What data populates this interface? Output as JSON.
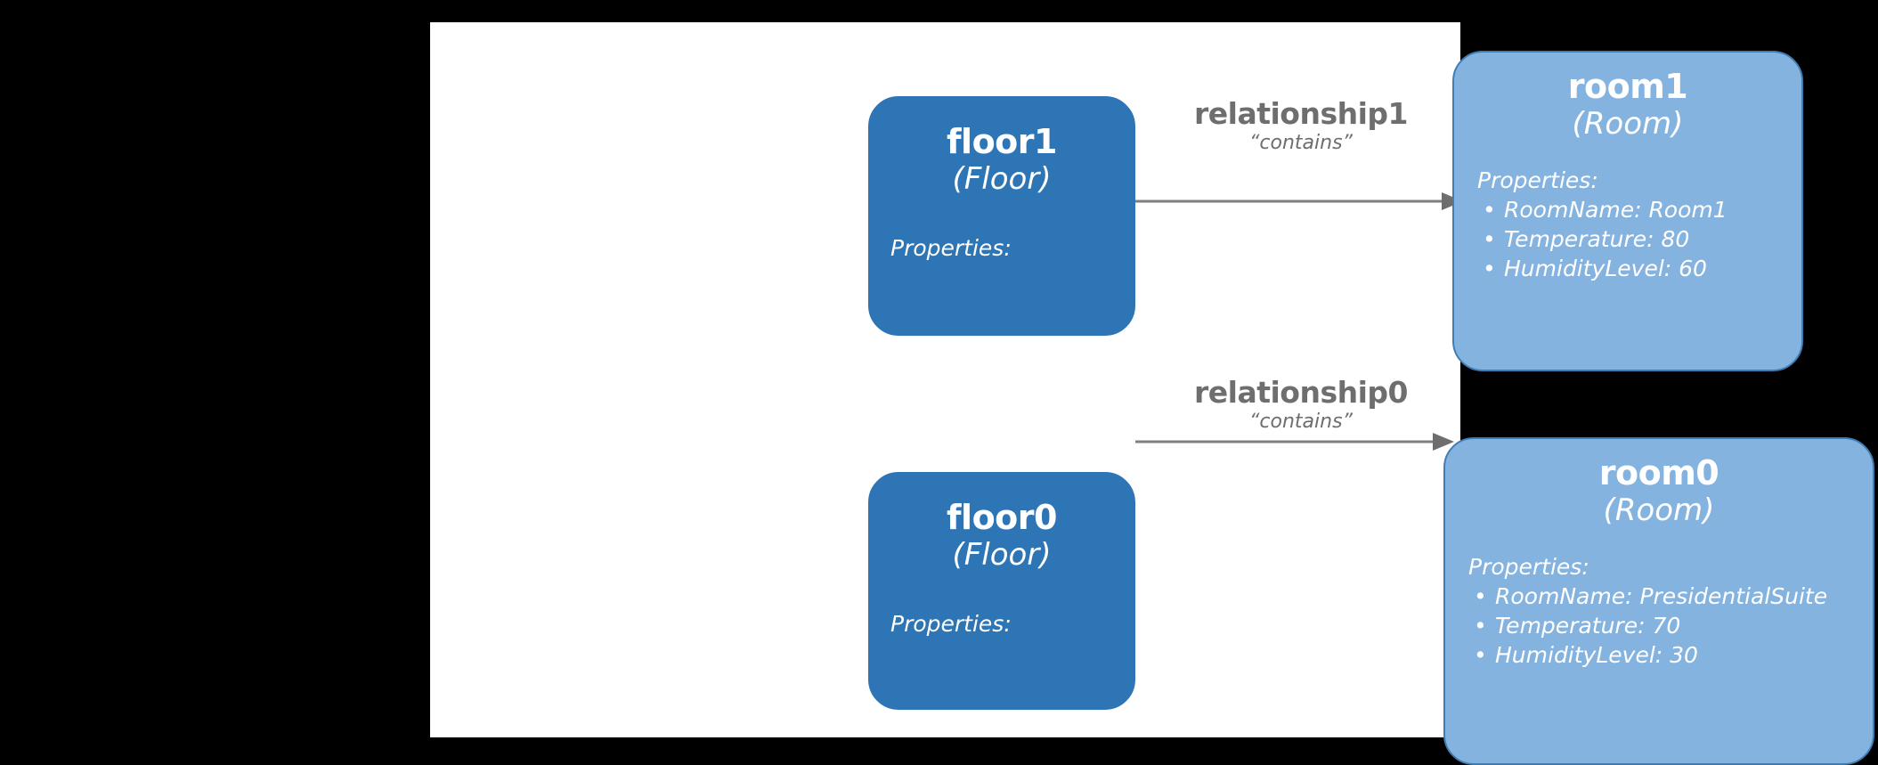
{
  "diagram": {
    "background_color": "#000000",
    "canvas_color": "#ffffff",
    "colors": {
      "floor_fill": "#2E75B6",
      "room_fill": "#85B3E0",
      "room_border": "#3E7EB5",
      "edge_color": "#7F7F7F",
      "label_color": "#6E6E6E"
    },
    "rows": [
      {
        "source": {
          "id": "floor1",
          "title": "floor1",
          "type": "(Floor)",
          "properties_label": "Properties:",
          "properties": []
        },
        "edge": {
          "name": "relationship1",
          "kind": "“contains”",
          "arrow": "arrow-right"
        },
        "target": {
          "id": "room1",
          "title": "room1",
          "type": "(Room)",
          "properties_label": "Properties:",
          "properties": [
            "RoomName: Room1",
            "Temperature: 80",
            "HumidityLevel: 60"
          ]
        }
      },
      {
        "source": {
          "id": "floor0",
          "title": "floor0",
          "type": "(Floor)",
          "properties_label": "Properties:",
          "properties": []
        },
        "edge": {
          "name": "relationship0",
          "kind": "“contains”",
          "arrow": "arrow-right"
        },
        "target": {
          "id": "room0",
          "title": "room0",
          "type": "(Room)",
          "properties_label": "Properties:",
          "properties": [
            "RoomName: PresidentialSuite",
            "Temperature: 70",
            "HumidityLevel: 30"
          ]
        }
      }
    ]
  }
}
